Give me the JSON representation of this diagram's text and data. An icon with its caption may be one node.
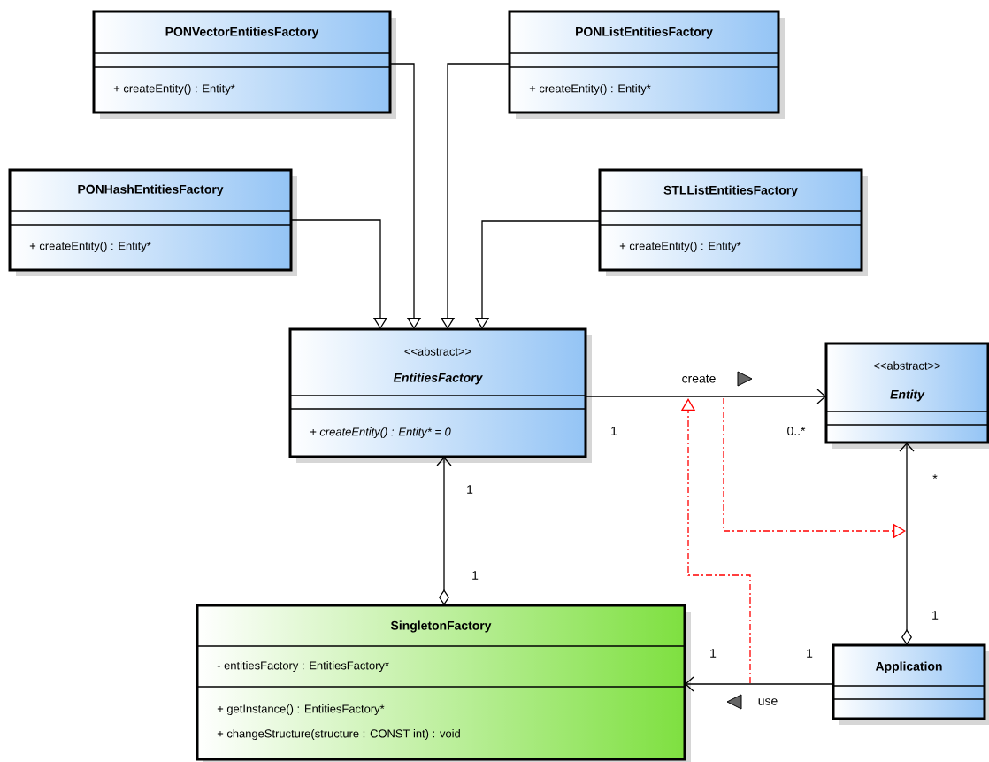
{
  "diagram": {
    "nodes": [
      {
        "text": [
          "PONVectorEntitiesFactory",
          "+ createEntity() : Entity*"
        ]
      },
      {
        "text": [
          "PONListEntitiesFactory",
          "+ createEntity() : Entity*"
        ]
      },
      {
        "text": [
          "PONHashEntitiesFactory",
          "+ createEntity() : Entity*"
        ]
      },
      {
        "text": [
          "STLListEntitiesFactory",
          "+ createEntity() : Entity*"
        ]
      },
      {
        "text": [
          "<<abstract>>",
          "EntitiesFactory",
          "+ createEntity() : Entity* = 0"
        ]
      },
      {
        "text": [
          "<<abstract>>",
          "Entity"
        ]
      },
      {
        "text": [
          "SingletonFactory",
          "- entitiesFactory : EntitiesFactory*",
          "+ getInstance() : EntitiesFactory*",
          "+ changeStructure(structure : CONST int) : void"
        ]
      },
      {
        "text": [
          "Application"
        ]
      }
    ],
    "edges": [
      {
        "from": 0,
        "to": 4,
        "arrow": "to"
      },
      {
        "from": 1,
        "to": 4,
        "arrow": "to"
      },
      {
        "from": 2,
        "to": 4,
        "arrow": "to"
      },
      {
        "from": 3,
        "to": 4,
        "arrow": "to"
      },
      {
        "from": 4,
        "to": 5,
        "arrow": "to",
        "label": "create"
      },
      {
        "from": 6,
        "to": 4,
        "arrow": "to"
      },
      {
        "from": 7,
        "to": 5,
        "arrow": "to"
      },
      {
        "from": 7,
        "to": 6,
        "arrow": "to",
        "label": "use"
      }
    ],
    "labels": [
      "1",
      "0..*",
      "*",
      "1",
      "1",
      "1",
      "1",
      "1"
    ]
  }
}
